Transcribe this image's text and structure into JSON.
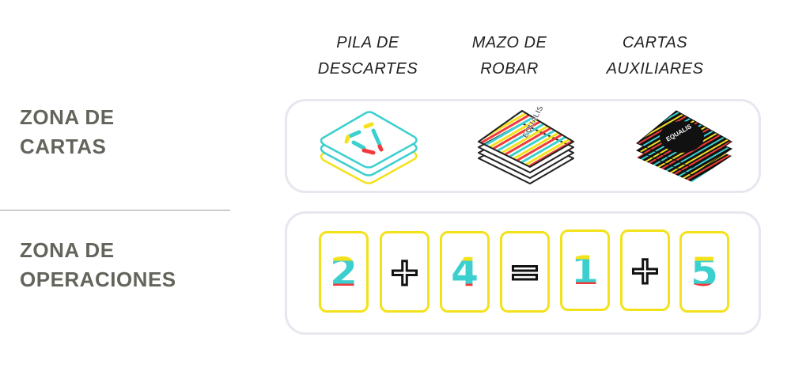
{
  "columns": [
    {
      "line1": "PILA DE",
      "line2": "DESCARTES"
    },
    {
      "line1": "MAZO DE",
      "line2": "ROBAR"
    },
    {
      "line1": "CARTAS",
      "line2": "AUXILIARES"
    }
  ],
  "zones": [
    {
      "line1": "ZONA DE",
      "line2": "CARTAS"
    },
    {
      "line1": "ZONA DE",
      "line2": "OPERACIONES"
    }
  ],
  "deck_brand": "EQUALIS",
  "operation_cards": [
    "2",
    "+",
    "4",
    "=",
    "1",
    "+",
    "5"
  ],
  "colors": {
    "yellow": "#f3e21b",
    "cyan": "#3ccfcf",
    "red": "#f23a3a",
    "label": "#64645c",
    "panel_border": "#e8e6ef"
  }
}
